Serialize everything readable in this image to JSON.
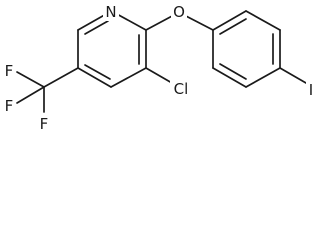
{
  "molecule": {
    "atoms": [
      {
        "key": "n1",
        "symbol": "N"
      },
      {
        "key": "o1",
        "symbol": "O"
      },
      {
        "key": "cl1",
        "symbol": "Cl"
      },
      {
        "key": "i1",
        "symbol": "I"
      },
      {
        "key": "f1",
        "symbol": "F"
      },
      {
        "key": "f2",
        "symbol": "F"
      },
      {
        "key": "f3",
        "symbol": "F"
      }
    ]
  },
  "colors": {
    "bond": "#1a1a1a",
    "label": "#1a1a1a",
    "background": "#ffffff"
  }
}
